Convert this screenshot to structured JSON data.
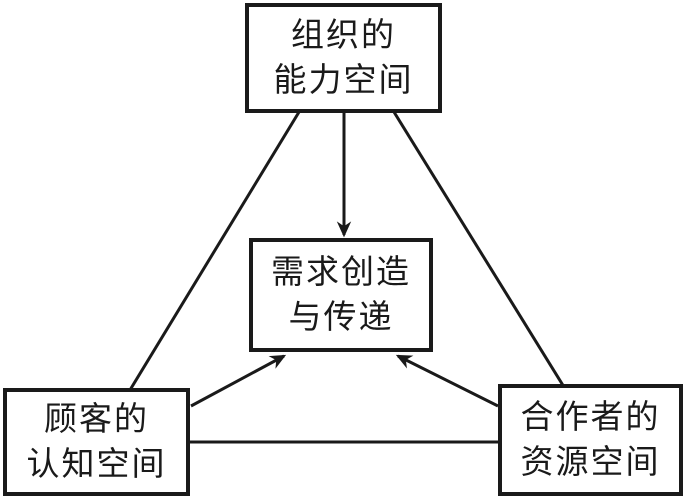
{
  "diagram": {
    "colors": {
      "line": "#1a1a1a",
      "background": "#ffffff"
    },
    "nodes": {
      "top": {
        "line1": "组织的",
        "line2": "能力空间"
      },
      "center": {
        "line1": "需求创造",
        "line2": "与传递"
      },
      "bottom_left": {
        "line1": "顾客的",
        "line2": "认知空间"
      },
      "bottom_right": {
        "line1": "合作者的",
        "line2": "资源空间"
      }
    },
    "edges": [
      {
        "from": "top",
        "to": "center",
        "style": "arrow"
      },
      {
        "from": "bottom_left",
        "to": "center",
        "style": "arrow"
      },
      {
        "from": "bottom_right",
        "to": "center",
        "style": "arrow"
      },
      {
        "from": "top",
        "to": "bottom_left",
        "style": "line"
      },
      {
        "from": "top",
        "to": "bottom_right",
        "style": "line"
      },
      {
        "from": "bottom_left",
        "to": "bottom_right",
        "style": "line"
      }
    ]
  }
}
